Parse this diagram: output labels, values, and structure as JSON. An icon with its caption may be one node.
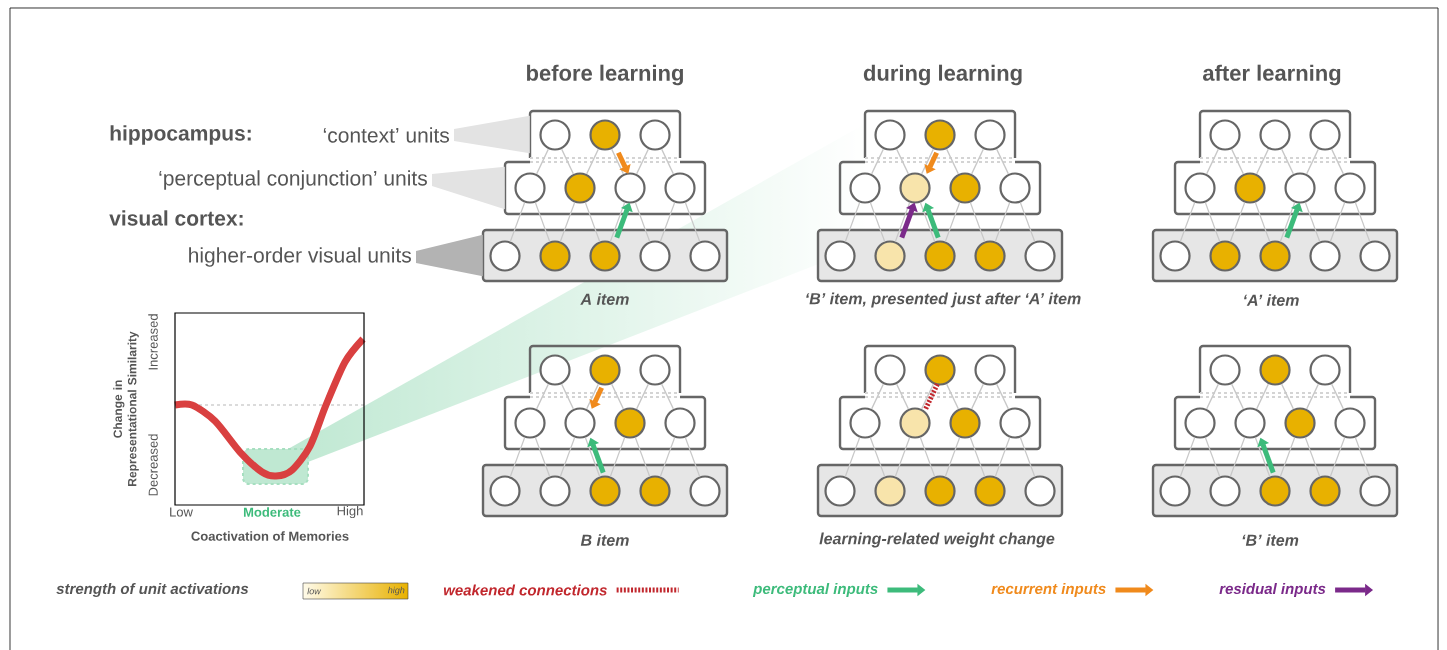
{
  "diagram": {
    "nodes": [
      {
        "text": [
          "‘context’ units"
        ]
      },
      {
        "text": [
          "‘perceptual conjunction’ units"
        ]
      },
      {
        "text": [
          "higher-order visual units"
        ]
      },
      {
        "text": [],
        "shape": "box"
      },
      {
        "text": [],
        "shape": "circle",
        "in": 3
      },
      {
        "text": [],
        "shape": "circle",
        "in": 3
      },
      {
        "text": [],
        "shape": "circle",
        "in": 3
      },
      {
        "text": [],
        "shape": "box"
      },
      {
        "text": [],
        "shape": "circle",
        "in": 7
      },
      {
        "text": [],
        "shape": "circle",
        "in": 7
      },
      {
        "text": [],
        "shape": "circle",
        "in": 7
      },
      {
        "text": [],
        "shape": "circle",
        "in": 7
      },
      {
        "text": [],
        "shape": "box"
      },
      {
        "text": [],
        "shape": "circle",
        "in": 12
      },
      {
        "text": [],
        "shape": "circle",
        "in": 12
      },
      {
        "text": [],
        "shape": "circle",
        "in": 12
      },
      {
        "text": [],
        "shape": "circle",
        "in": 12
      },
      {
        "text": [],
        "shape": "circle",
        "in": 12
      },
      {
        "text": [],
        "shape": "box"
      },
      {
        "text": [],
        "shape": "circle",
        "in": 18
      },
      {
        "text": [],
        "shape": "circle",
        "in": 18
      },
      {
        "text": [],
        "shape": "circle",
        "in": 18
      },
      {
        "text": [],
        "shape": "box"
      },
      {
        "text": [],
        "shape": "circle",
        "in": 22
      },
      {
        "text": [],
        "shape": "circle",
        "in": 22
      },
      {
        "text": [],
        "shape": "circle",
        "in": 22
      },
      {
        "text": [],
        "shape": "circle",
        "in": 22
      },
      {
        "text": [],
        "shape": "box"
      },
      {
        "text": [],
        "shape": "circle",
        "in": 27
      },
      {
        "text": [],
        "shape": "circle",
        "in": 27
      },
      {
        "text": [],
        "shape": "circle",
        "in": 27
      },
      {
        "text": [],
        "shape": "circle",
        "in": 27
      },
      {
        "text": [],
        "shape": "circle",
        "in": 27
      },
      {
        "text": [],
        "shape": "box"
      },
      {
        "text": [],
        "shape": "circle",
        "in": 33
      },
      {
        "text": [],
        "shape": "circle",
        "in": 33
      },
      {
        "text": [],
        "shape": "circle",
        "in": 33
      },
      {
        "text": [],
        "shape": "box"
      },
      {
        "text": [],
        "shape": "circle",
        "in": 37
      },
      {
        "text": [],
        "shape": "circle",
        "in": 37
      },
      {
        "text": [],
        "shape": "circle",
        "in": 37
      },
      {
        "text": [],
        "shape": "circle",
        "in": 37
      },
      {
        "text": [],
        "shape": "box"
      },
      {
        "text": [],
        "shape": "circle",
        "in": 42
      },
      {
        "text": [],
        "shape": "circle",
        "in": 42
      },
      {
        "text": [],
        "shape": "circle",
        "in": 42
      },
      {
        "text": [],
        "shape": "circle",
        "in": 42
      },
      {
        "text": [],
        "shape": "circle",
        "in": 42
      },
      {
        "text": [],
        "shape": "box"
      },
      {
        "text": [],
        "shape": "circle",
        "in": 48
      },
      {
        "text": [],
        "shape": "circle",
        "in": 48
      },
      {
        "text": [],
        "shape": "circle",
        "in": 48
      },
      {
        "text": [],
        "shape": "box"
      },
      {
        "text": [],
        "shape": "circle",
        "in": 52
      },
      {
        "text": [],
        "shape": "circle",
        "in": 52
      },
      {
        "text": [],
        "shape": "circle",
        "in": 52
      },
      {
        "text": [],
        "shape": "circle",
        "in": 52
      },
      {
        "text": [],
        "shape": "box"
      },
      {
        "text": [],
        "shape": "circle",
        "in": 57
      },
      {
        "text": [],
        "shape": "circle",
        "in": 57
      },
      {
        "text": [],
        "shape": "circle",
        "in": 57
      },
      {
        "text": [],
        "shape": "circle",
        "in": 57
      },
      {
        "text": [],
        "shape": "circle",
        "in": 57
      },
      {
        "text": [],
        "shape": "box"
      },
      {
        "text": [],
        "shape": "circle",
        "in": 63
      },
      {
        "text": [],
        "shape": "circle",
        "in": 63
      },
      {
        "text": [],
        "shape": "circle",
        "in": 63
      },
      {
        "text": [],
        "shape": "box"
      },
      {
        "text": [],
        "shape": "circle",
        "in": 67
      },
      {
        "text": [],
        "shape": "circle",
        "in": 67
      },
      {
        "text": [],
        "shape": "circle",
        "in": 67
      },
      {
        "text": [],
        "shape": "circle",
        "in": 67
      },
      {
        "text": [],
        "shape": "box"
      },
      {
        "text": [],
        "shape": "circle",
        "in": 72
      },
      {
        "text": [],
        "shape": "circle",
        "in": 72
      },
      {
        "text": [],
        "shape": "circle",
        "in": 72
      },
      {
        "text": [],
        "shape": "circle",
        "in": 72
      },
      {
        "text": [],
        "shape": "circle",
        "in": 72
      },
      {
        "text": [],
        "shape": "box"
      },
      {
        "text": [],
        "shape": "circle",
        "in": 78
      },
      {
        "text": [],
        "shape": "circle",
        "in": 78
      },
      {
        "text": [],
        "shape": "circle",
        "in": 78
      },
      {
        "text": [],
        "shape": "box"
      },
      {
        "text": [],
        "shape": "circle",
        "in": 82
      },
      {
        "text": [],
        "shape": "circle",
        "in": 82
      },
      {
        "text": [],
        "shape": "circle",
        "in": 82
      },
      {
        "text": [],
        "shape": "circle",
        "in": 82
      },
      {
        "text": [],
        "shape": "box"
      },
      {
        "text": [],
        "shape": "circle",
        "in": 87
      },
      {
        "text": [],
        "shape": "circle",
        "in": 87
      },
      {
        "text": [],
        "shape": "circle",
        "in": 87
      },
      {
        "text": [],
        "shape": "circle",
        "in": 87
      },
      {
        "text": [],
        "shape": "circle",
        "in": 87
      }
    ],
    "edges": [
      {
        "from": 0,
        "to": 3,
        "arrow": "none"
      },
      {
        "from": 1,
        "to": 7,
        "arrow": "none"
      },
      {
        "from": 2,
        "to": 12,
        "arrow": "none"
      },
      {
        "from": 4,
        "to": 8,
        "arrow": "none"
      },
      {
        "from": 4,
        "to": 9,
        "arrow": "none"
      },
      {
        "from": 5,
        "to": 9,
        "arrow": "none"
      },
      {
        "from": 5,
        "to": 10,
        "arrow": "none"
      },
      {
        "from": 6,
        "to": 10,
        "arrow": "none"
      },
      {
        "from": 6,
        "to": 11,
        "arrow": "none"
      },
      {
        "from": 8,
        "to": 13,
        "arrow": "none"
      },
      {
        "from": 8,
        "to": 14,
        "arrow": "none"
      },
      {
        "from": 9,
        "to": 14,
        "arrow": "none"
      },
      {
        "from": 9,
        "to": 15,
        "arrow": "none"
      },
      {
        "from": 10,
        "to": 15,
        "arrow": "none"
      },
      {
        "from": 10,
        "to": 16,
        "arrow": "none"
      },
      {
        "from": 11,
        "to": 16,
        "arrow": "none"
      },
      {
        "from": 11,
        "to": 17,
        "arrow": "none"
      },
      {
        "from": 19,
        "to": 23,
        "arrow": "none"
      },
      {
        "from": 19,
        "to": 24,
        "arrow": "none"
      },
      {
        "from": 20,
        "to": 24,
        "arrow": "none"
      },
      {
        "from": 20,
        "to": 25,
        "arrow": "none"
      },
      {
        "from": 21,
        "to": 25,
        "arrow": "none"
      },
      {
        "from": 21,
        "to": 26,
        "arrow": "none"
      },
      {
        "from": 23,
        "to": 28,
        "arrow": "none"
      },
      {
        "from": 23,
        "to": 29,
        "arrow": "none"
      },
      {
        "from": 24,
        "to": 29,
        "arrow": "none"
      },
      {
        "from": 24,
        "to": 30,
        "arrow": "none"
      },
      {
        "from": 25,
        "to": 30,
        "arrow": "none"
      },
      {
        "from": 25,
        "to": 31,
        "arrow": "none"
      },
      {
        "from": 26,
        "to": 31,
        "arrow": "none"
      },
      {
        "from": 26,
        "to": 32,
        "arrow": "none"
      },
      {
        "from": 34,
        "to": 38,
        "arrow": "none"
      },
      {
        "from": 34,
        "to": 39,
        "arrow": "none"
      },
      {
        "from": 35,
        "to": 39,
        "arrow": "none"
      },
      {
        "from": 35,
        "to": 40,
        "arrow": "none"
      },
      {
        "from": 36,
        "to": 40,
        "arrow": "none"
      },
      {
        "from": 36,
        "to": 41,
        "arrow": "none"
      },
      {
        "from": 38,
        "to": 43,
        "arrow": "none"
      },
      {
        "from": 38,
        "to": 44,
        "arrow": "none"
      },
      {
        "from": 39,
        "to": 44,
        "arrow": "none"
      },
      {
        "from": 39,
        "to": 45,
        "arrow": "none"
      },
      {
        "from": 40,
        "to": 45,
        "arrow": "none"
      },
      {
        "from": 40,
        "to": 46,
        "arrow": "none"
      },
      {
        "from": 41,
        "to": 46,
        "arrow": "none"
      },
      {
        "from": 41,
        "to": 47,
        "arrow": "none"
      },
      {
        "from": 49,
        "to": 53,
        "arrow": "none"
      },
      {
        "from": 49,
        "to": 54,
        "arrow": "none"
      },
      {
        "from": 50,
        "to": 54,
        "arrow": "none"
      },
      {
        "from": 50,
        "to": 55,
        "arrow": "none"
      },
      {
        "from": 51,
        "to": 55,
        "arrow": "none"
      },
      {
        "from": 51,
        "to": 56,
        "arrow": "none"
      },
      {
        "from": 53,
        "to": 58,
        "arrow": "none"
      },
      {
        "from": 53,
        "to": 59,
        "arrow": "none"
      },
      {
        "from": 54,
        "to": 59,
        "arrow": "none"
      },
      {
        "from": 54,
        "to": 60,
        "arrow": "none"
      },
      {
        "from": 55,
        "to": 60,
        "arrow": "none"
      },
      {
        "from": 55,
        "to": 61,
        "arrow": "none"
      },
      {
        "from": 56,
        "to": 61,
        "arrow": "none"
      },
      {
        "from": 56,
        "to": 62,
        "arrow": "none"
      },
      {
        "from": 64,
        "to": 68,
        "arrow": "none"
      },
      {
        "from": 64,
        "to": 69,
        "arrow": "none"
      },
      {
        "from": 65,
        "to": 69,
        "arrow": "none"
      },
      {
        "from": 65,
        "to": 70,
        "arrow": "none"
      },
      {
        "from": 66,
        "to": 70,
        "arrow": "none"
      },
      {
        "from": 66,
        "to": 71,
        "arrow": "none"
      },
      {
        "from": 68,
        "to": 73,
        "arrow": "none"
      },
      {
        "from": 68,
        "to": 74,
        "arrow": "none"
      },
      {
        "from": 69,
        "to": 74,
        "arrow": "none"
      },
      {
        "from": 69,
        "to": 75,
        "arrow": "none"
      },
      {
        "from": 70,
        "to": 75,
        "arrow": "none"
      },
      {
        "from": 70,
        "to": 76,
        "arrow": "none"
      },
      {
        "from": 71,
        "to": 76,
        "arrow": "none"
      },
      {
        "from": 71,
        "to": 77,
        "arrow": "none"
      },
      {
        "from": 79,
        "to": 83,
        "arrow": "none"
      },
      {
        "from": 79,
        "to": 84,
        "arrow": "none"
      },
      {
        "from": 80,
        "to": 84,
        "arrow": "none"
      },
      {
        "from": 80,
        "to": 85,
        "arrow": "none"
      },
      {
        "from": 81,
        "to": 85,
        "arrow": "none"
      },
      {
        "from": 81,
        "to": 86,
        "arrow": "none"
      },
      {
        "from": 83,
        "to": 88,
        "arrow": "none"
      },
      {
        "from": 83,
        "to": 89,
        "arrow": "none"
      },
      {
        "from": 84,
        "to": 89,
        "arrow": "none"
      },
      {
        "from": 84,
        "to": 90,
        "arrow": "none"
      },
      {
        "from": 85,
        "to": 90,
        "arrow": "none"
      },
      {
        "from": 85,
        "to": 91,
        "arrow": "none"
      },
      {
        "from": 86,
        "to": 91,
        "arrow": "none"
      },
      {
        "from": 86,
        "to": 92,
        "arrow": "none"
      },
      {
        "from": 5,
        "to": 10,
        "arrow": "to",
        "style": "thick",
        "color": "#f08a1c"
      },
      {
        "from": 15,
        "to": 10,
        "arrow": "to",
        "style": "thick",
        "color": "#3dbb7b"
      },
      {
        "from": 20,
        "to": 24,
        "arrow": "to",
        "style": "thick",
        "color": "#f08a1c"
      },
      {
        "from": 29,
        "to": 24,
        "arrow": "to",
        "style": "thick",
        "color": "#7b2a8a"
      },
      {
        "from": 30,
        "to": 24,
        "arrow": "to",
        "style": "thick",
        "color": "#3dbb7b"
      },
      {
        "from": 45,
        "to": 40,
        "arrow": "to",
        "style": "thick",
        "color": "#3dbb7b"
      },
      {
        "from": 50,
        "to": 54,
        "arrow": "to",
        "style": "thick",
        "color": "#f08a1c"
      },
      {
        "from": 60,
        "to": 54,
        "arrow": "to",
        "style": "thick",
        "color": "#3dbb7b"
      },
      {
        "from": 65,
        "to": 69,
        "arrow": "none",
        "style": "dashed",
        "color": "#c1272d"
      },
      {
        "from": 90,
        "to": 84,
        "arrow": "to",
        "style": "thick",
        "color": "#3dbb7b"
      }
    ],
    "labels": [
      "before learning",
      "during learning",
      "after learning",
      "hippocampus:",
      "visual cortex:",
      "A item",
      "‘B’ item, presented just after ‘A’ item",
      "‘A’ item",
      "Change in Representational Similarity",
      "Increased",
      "Decreased",
      "B item",
      "learning-related weight change",
      "‘B’ item",
      "Low",
      "Moderate",
      "High",
      "Coactivation of Memories",
      "low",
      "high"
    ],
    "legend": [
      {
        "text": "strength of unit activations"
      },
      {
        "text": "weakened connections"
      },
      {
        "text": "perceptual inputs"
      },
      {
        "text": "recurrent inputs"
      },
      {
        "text": "residual inputs"
      }
    ]
  }
}
